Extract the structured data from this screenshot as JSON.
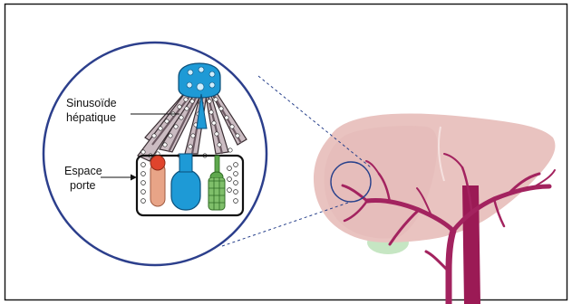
{
  "labels": {
    "sinusoid_line1": "Sinusoïde",
    "sinusoid_line2": "hépatique",
    "portal_line1": "Espace",
    "portal_line2": "porte"
  },
  "colors": {
    "frame_border": "#111111",
    "zoom_circle": "#27408b",
    "liver": "#e9c3c0",
    "liver_shade": "#d9a9a6",
    "vessels": "#a3235f",
    "vena_cava": "#9b1a55",
    "gallbladder": "#c6e6c3",
    "central_vein": "#1e9ad6",
    "artery": "#e8a487",
    "bile_duct": "#7fbf6a",
    "sinusoid_wall": "#6d5a63"
  }
}
